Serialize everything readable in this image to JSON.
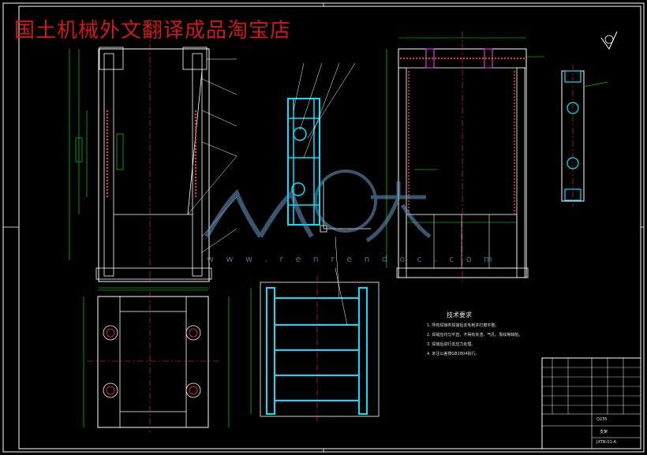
{
  "watermark": {
    "shop_name": "国土机械外文翻译成品淘宝店",
    "site_url": "w w w . r e n r e n d o c . c o m",
    "logo_text": "人人文库"
  },
  "technical_requirements": {
    "title": "技术要求",
    "items": [
      "1. 所有焊接件焊接后去毛刺并打磨平整。",
      "2. 焊缝应均匀平直，不得有夹渣、气孔、裂纹等缺陷。",
      "3. 焊接后进行去应力处理。",
      "4. 未注公差按GB1804执行。"
    ]
  },
  "title_block": {
    "material": "Q235",
    "drawing_name": "支架",
    "drawing_number": "JXTN-01-A"
  },
  "colors": {
    "background": "#000000",
    "border": "#ffffff",
    "frame_outline": "#ffffff",
    "dimension": "#00ff00",
    "centerline": "#ff3030",
    "section": "#00e5ff",
    "magenta": "#ff40ff",
    "watermark": "#d01818"
  }
}
